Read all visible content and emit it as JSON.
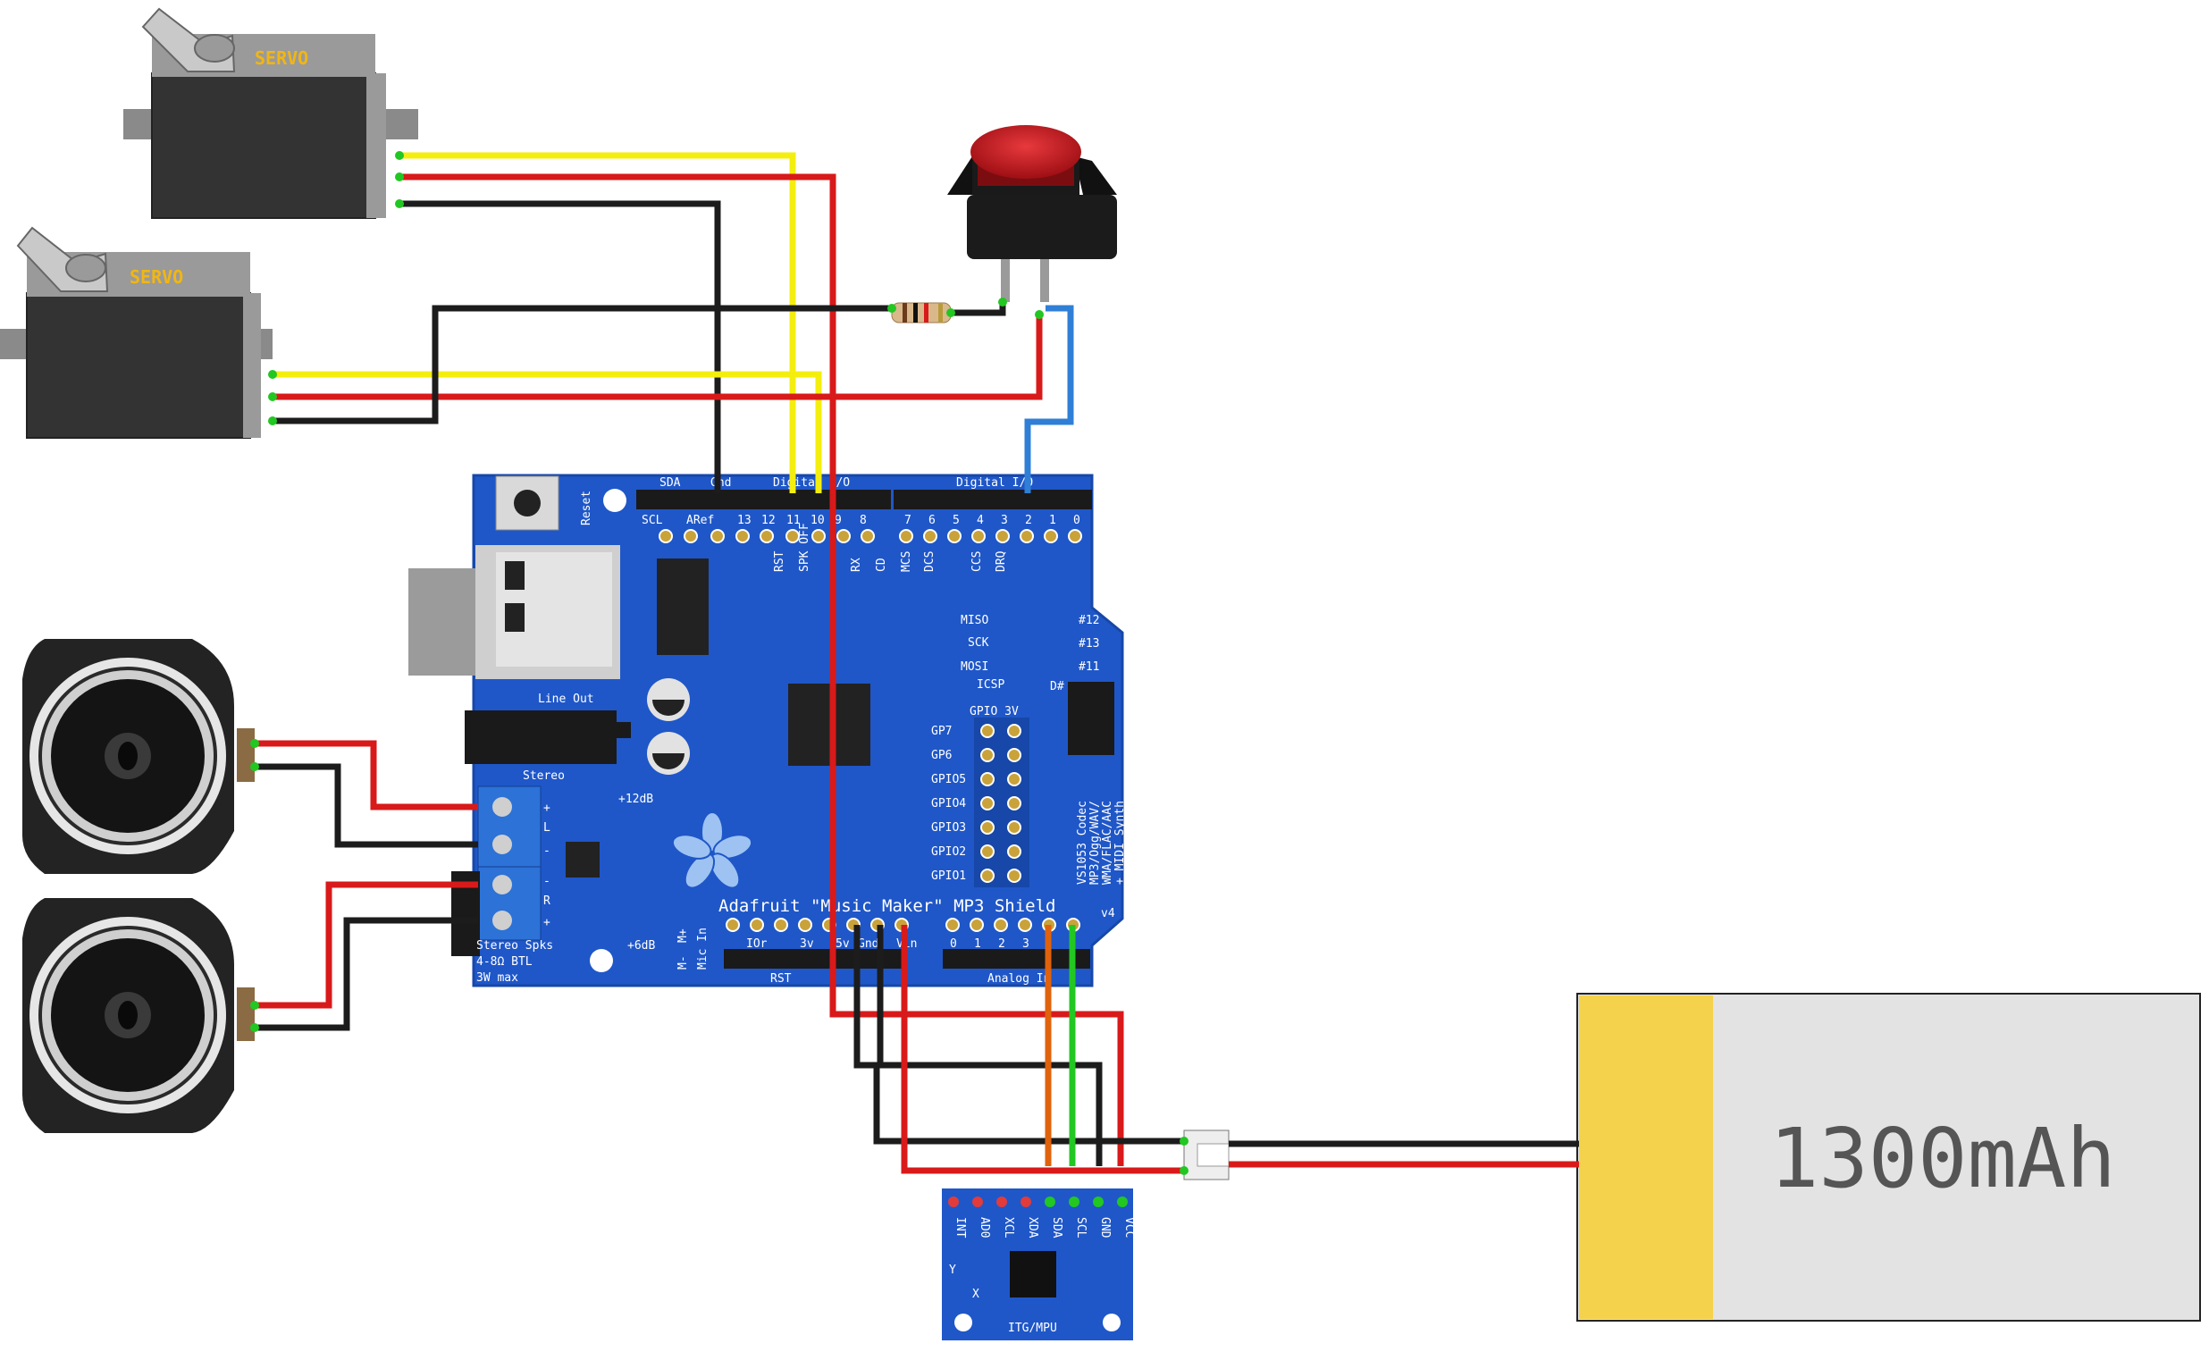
{
  "servo": {
    "label": "SERVO"
  },
  "battery": {
    "label": "1300mAh"
  },
  "shield": {
    "title": "Adafruit \"Music Maker\" MP3 Shield",
    "version": "v4",
    "reset": "Reset",
    "top_left_labels": [
      "SDA",
      "Gnd",
      "Digital I/O"
    ],
    "top_right_label": "Digital I/O",
    "pins_left": [
      "SCL",
      "ARef",
      "13",
      "12",
      "11",
      "10",
      "9",
      "8"
    ],
    "pins_right": [
      "7",
      "6",
      "5",
      "4",
      "3",
      "2",
      "1",
      "0"
    ],
    "sub_labels": [
      "RST",
      "SPK OFF",
      "RX",
      "CD",
      "MCS",
      "DCS",
      "CCS",
      "DRQ"
    ],
    "line_out": "Line Out",
    "stereo": "Stereo",
    "stereo_spks": "Stereo Spks",
    "spk_spec": "4-8Ω BTL",
    "spk_power": "3W max",
    "plus12db": "+12dB",
    "plus6db": "+6dB",
    "mic": "Mic In",
    "mic_pins": [
      "M-",
      "M+"
    ],
    "spi": [
      "MISO",
      "SCK",
      "MOSI"
    ],
    "icsp": "ICSP",
    "pin12": "#12",
    "pin13": "#13",
    "pin11": "#11",
    "d_sharp": "D#",
    "gpio_header": "GPIO 3V",
    "gpio": [
      "GP7",
      "GP6",
      "GPIO5",
      "GPIO4",
      "GPIO3",
      "GPIO2",
      "GPIO1"
    ],
    "codec": [
      "VS1053 Codec",
      "MP3/Ogg/WAV/",
      "WMA/FLAC/AAC",
      "+ MIDI Synth"
    ],
    "power_pins": [
      "IOr",
      "3v",
      "5v",
      "Gnd",
      "Vin"
    ],
    "rst": "RST",
    "analog_pins": [
      "0",
      "1",
      "2",
      "3"
    ],
    "analog": "Analog In",
    "term_l": [
      "+",
      "L",
      "-"
    ],
    "term_r": [
      "-",
      "R",
      "+"
    ]
  },
  "mpu": {
    "pins": [
      "INT",
      "AD0",
      "XCL",
      "XDA",
      "SDA",
      "SCL",
      "GND",
      "VCC"
    ],
    "label": "ITG/MPU",
    "axis_y": "Y",
    "axis_x": "X"
  },
  "colors": {
    "red": "#d81a1a",
    "black": "#1c1c1c",
    "yellow": "#f4ee0f",
    "blue": "#2f7fd6",
    "green": "#22c722",
    "orange": "#e0620c",
    "pcb": "#1f57c8",
    "battery_tab": "#f4d24b",
    "battery_body": "#e3e3e3"
  }
}
